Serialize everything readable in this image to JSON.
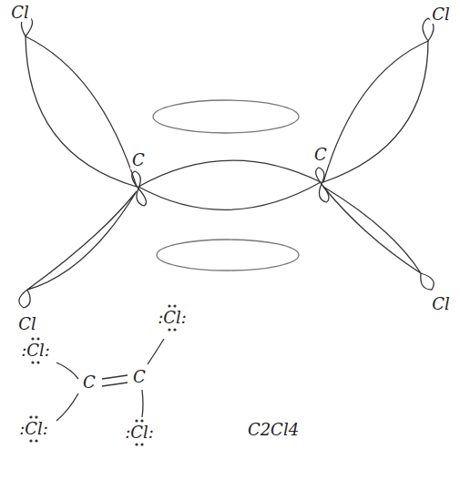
{
  "diagram": {
    "labels": [
      "Cl",
      "Cl",
      "Cl",
      "Cl",
      "C",
      "C",
      ":Cl:",
      ":Cl:",
      ":Cl:",
      ":Cl:",
      "C",
      "C",
      "C2Cl4"
    ]
  }
}
